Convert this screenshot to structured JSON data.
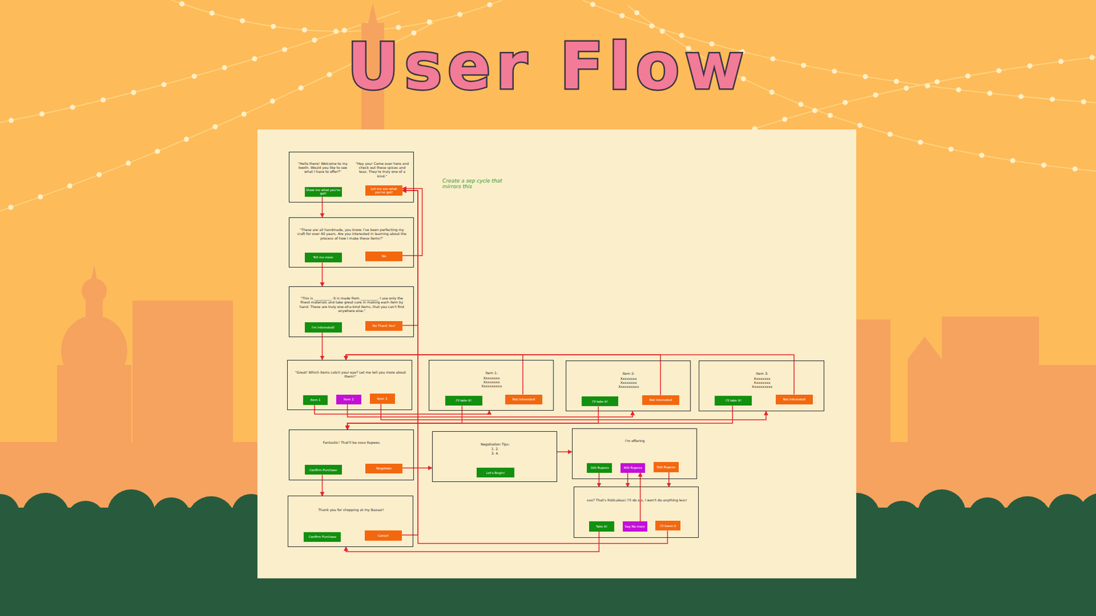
{
  "diagram": {
    "title": "User Flow",
    "nodes": [
      {
        "text": [
          "\"Hello there! Welcome to my booth. Would you like to see what I have to offer?\"",
          "\"Hey you! Come over here and check out these spices and teas. They're truly one of a kind.\""
        ]
      },
      {
        "text": [
          "Show me what you've got!"
        ],
        "in": 0
      },
      {
        "text": [
          "Let me see what you've got!"
        ],
        "in": 0
      },
      {
        "text": [
          "\"These are all handmade, you know. I've been perfecting my craft for over 40 years. Are you interested in learning about the process of how I make these items?\""
        ]
      },
      {
        "text": [
          "Tell me more"
        ],
        "in": 3
      },
      {
        "text": [
          "No"
        ],
        "in": 3
      },
      {
        "text": [
          "\"This is __________. It is made from __________. I use only the finest materials and take great care in making each item by hand. These are truly one-of-a-kind items, that you can't find anywhere else.\""
        ]
      },
      {
        "text": [
          "I'm interested!"
        ],
        "in": 6
      },
      {
        "text": [
          "No Thank You!"
        ],
        "in": 6
      },
      {
        "text": [
          "\"Great! Which items catch your eye? Let me tell you more about them!\""
        ]
      },
      {
        "text": [
          "Item 1"
        ],
        "in": 9
      },
      {
        "text": [
          "Item 2"
        ],
        "in": 9
      },
      {
        "text": [
          "Item 3"
        ],
        "in": 9
      },
      {
        "text": [
          "Item 1:",
          "Xxxxxxxx Xxxxxxxx Xxxxxxxxxx"
        ]
      },
      {
        "text": [
          "I'll take it!"
        ],
        "in": 13
      },
      {
        "text": [
          "Not Interested"
        ],
        "in": 13
      },
      {
        "text": [
          "Item 2:",
          "Xxxxxxxx Xxxxxxxx Xxxxxxxxxx"
        ]
      },
      {
        "text": [
          "I'll take it!"
        ],
        "in": 16
      },
      {
        "text": [
          "Not Interested"
        ],
        "in": 16
      },
      {
        "text": [
          "Item 3:",
          "Xxxxxxxx Xxxxxxxx Xxxxxxxxxx"
        ]
      },
      {
        "text": [
          "I'll take it!"
        ],
        "in": 19
      },
      {
        "text": [
          "Not Interested"
        ],
        "in": 19
      },
      {
        "text": [
          "Fantastic! That'll be xxxx Rupees."
        ]
      },
      {
        "text": [
          "Confirm Purchase"
        ],
        "in": 22
      },
      {
        "text": [
          "Negotiate"
        ],
        "in": 22
      },
      {
        "text": [
          "Negotiation Tips:",
          "1. 2. 3. 4."
        ]
      },
      {
        "text": [
          "Let's Begin!"
        ],
        "in": 25
      },
      {
        "text": [
          "I'm offering"
        ]
      },
      {
        "text": [
          "300 Rupees"
        ],
        "in": 27
      },
      {
        "text": [
          "400 Rupees"
        ],
        "in": 27
      },
      {
        "text": [
          "500 Rupees"
        ],
        "in": 27
      },
      {
        "text": [
          "xxx? That's Ridiculous! I'll do x,x, I won't do anything less!"
        ]
      },
      {
        "text": [
          "Take it!"
        ],
        "in": 31
      },
      {
        "text": [
          "Say No more"
        ],
        "in": 31
      },
      {
        "text": [
          "I'll leave it"
        ],
        "in": 31
      },
      {
        "text": [
          "Thank you for shopping at my Bazaar!"
        ]
      },
      {
        "text": [
          "Confirm Purchase"
        ],
        "in": 35
      },
      {
        "text": [
          "Cancel"
        ],
        "in": 35
      }
    ],
    "edges": [
      {
        "from": 1,
        "to": 3,
        "arrow": "to"
      },
      {
        "from": 4,
        "to": 6,
        "arrow": "to"
      },
      {
        "from": 7,
        "to": 9,
        "arrow": "to"
      },
      {
        "from": 5,
        "to": 2,
        "arrow": "to"
      },
      {
        "from": 8,
        "to": 2,
        "arrow": "to"
      },
      {
        "from": 37,
        "to": 2,
        "arrow": "to"
      },
      {
        "from": 34,
        "to": 2,
        "arrow": "to"
      },
      {
        "from": 10,
        "to": 13,
        "arrow": "to"
      },
      {
        "from": 11,
        "to": 16,
        "arrow": "to"
      },
      {
        "from": 12,
        "to": 19,
        "arrow": "to"
      },
      {
        "from": 14,
        "to": 22,
        "arrow": "to"
      },
      {
        "from": 17,
        "to": 22,
        "arrow": "to"
      },
      {
        "from": 20,
        "to": 22,
        "arrow": "to"
      },
      {
        "from": 15,
        "to": 9,
        "arrow": "to"
      },
      {
        "from": 18,
        "to": 9,
        "arrow": "to"
      },
      {
        "from": 21,
        "to": 9,
        "arrow": "to"
      },
      {
        "from": 23,
        "to": 35,
        "arrow": "to"
      },
      {
        "from": 24,
        "to": 25,
        "arrow": "to"
      },
      {
        "from": 25,
        "to": 27,
        "arrow": "to"
      },
      {
        "from": 28,
        "to": 31,
        "arrow": "to"
      },
      {
        "from": 29,
        "to": 31,
        "arrow": "to"
      },
      {
        "from": 30,
        "to": 31,
        "arrow": "to"
      },
      {
        "from": 33,
        "to": 29,
        "arrow": "to"
      },
      {
        "from": 32,
        "to": 35,
        "arrow": "to"
      }
    ],
    "labels": [
      "Create a sep cycle that mirrors this"
    ]
  }
}
